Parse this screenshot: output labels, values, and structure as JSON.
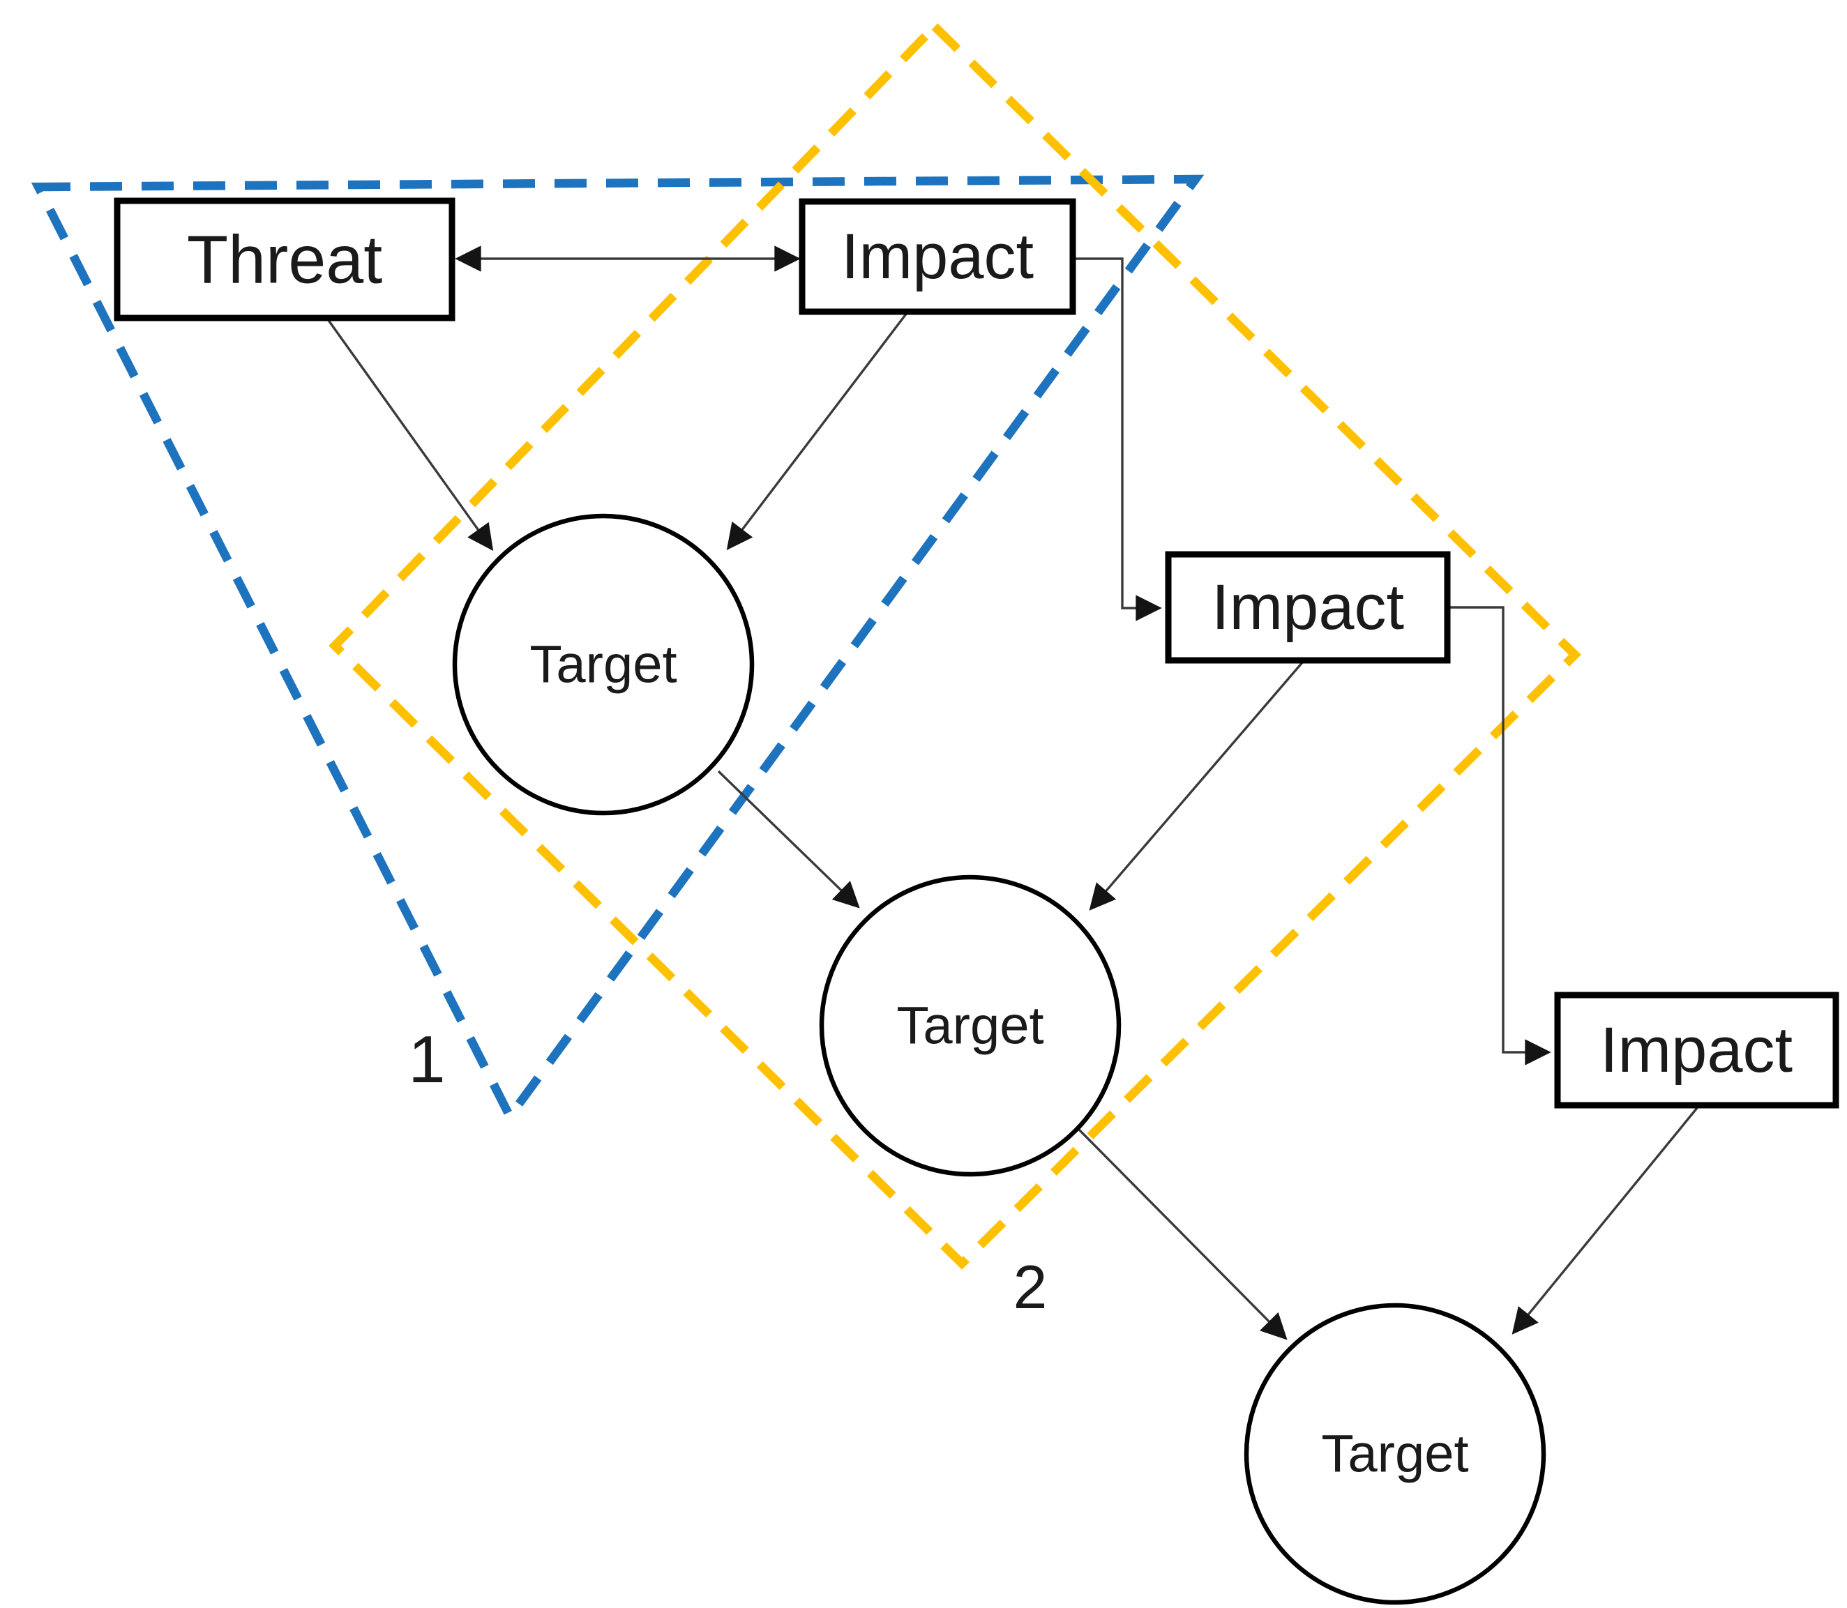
{
  "nodes": {
    "threat": {
      "label": "Threat"
    },
    "impact1": {
      "label": "Impact"
    },
    "impact2": {
      "label": "Impact"
    },
    "impact3": {
      "label": "Impact"
    },
    "target1": {
      "label": "Target"
    },
    "target2": {
      "label": "Target"
    },
    "target3": {
      "label": "Target"
    }
  },
  "regions": {
    "region1": {
      "label": "1",
      "color": "#1E73BE",
      "shape": "dashed-triangle"
    },
    "region2": {
      "label": "2",
      "color": "#FFC000",
      "shape": "dashed-diamond"
    }
  },
  "style": {
    "background": "#ffffff",
    "shape_stroke": "#000000",
    "connector": "#3a3a3a"
  }
}
